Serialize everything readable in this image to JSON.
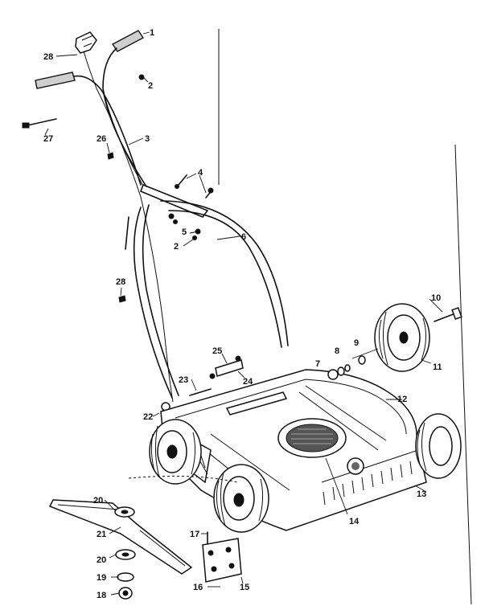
{
  "callouts": {
    "c1": "1",
    "c2a": "2",
    "c2b": "2",
    "c3": "3",
    "c4": "4",
    "c5": "5",
    "c6": "6",
    "c7": "7",
    "c8": "8",
    "c9": "9",
    "c10": "10",
    "c11": "11",
    "c12": "12",
    "c13": "13",
    "c14": "14",
    "c15": "15",
    "c16": "16",
    "c17": "17",
    "c18": "18",
    "c19": "19",
    "c20a": "20",
    "c20b": "20",
    "c21": "21",
    "c22": "22",
    "c23": "23",
    "c24": "24",
    "c25": "25",
    "c26": "26",
    "c27": "27",
    "c28a": "28",
    "c28b": "28"
  }
}
